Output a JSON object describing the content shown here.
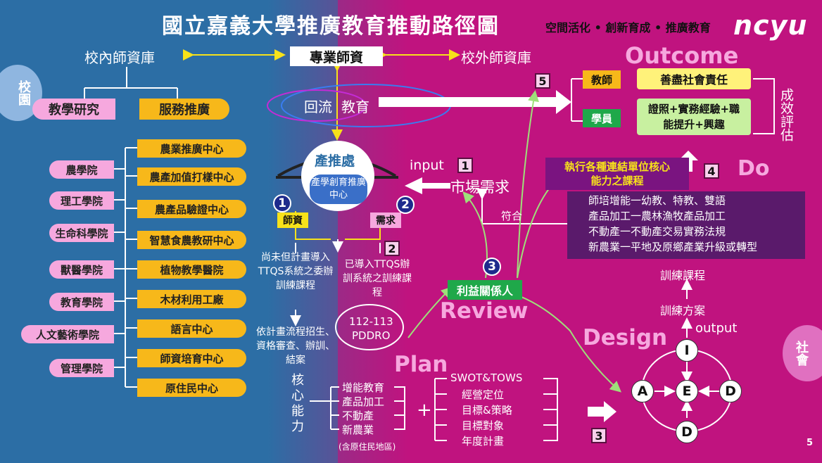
{
  "title": "國立嘉義大學推廣教育推動路徑圖",
  "slogan": "空間活化 • 創新育成 • 推廣教育",
  "logo": "ncyu",
  "top_row": {
    "left": "校內師資庫",
    "center": "專業師資",
    "right": "校外師資庫"
  },
  "campus": "校園",
  "society": "社會",
  "research": "教學研究",
  "service": "服務推廣",
  "return_edu": "回流",
  "edu": "教育",
  "office": "產推處",
  "office_sub": "產學創育推廣中心",
  "colleges": [
    "農學院",
    "理工學院",
    "生命科學院",
    "獸醫學院",
    "教育學院",
    "人文藝術學院",
    "管理學院"
  ],
  "centers": [
    "農業推廣中心",
    "農產加值打樣中心",
    "農產品驗證中心",
    "智慧食農教研中心",
    "植物教學醫院",
    "木材利用工廠",
    "語言中心",
    "師資培育中心",
    "原住民中心"
  ],
  "outcome": "Outcome",
  "teacher": "教師",
  "teacher_result": "善盡社會責任",
  "student": "學員",
  "student_result": "證照+實務經驗+職能提升+興趣",
  "evaluation": "成效評估",
  "step_labels": [
    "1",
    "2",
    "3",
    "4",
    "5"
  ],
  "input": "input",
  "market": "市場需求",
  "do": "Do",
  "do_title": "執行各種連結單位核心能力之課程",
  "do_list": [
    "師培增能一幼教、特教、雙語",
    "產品加工一農林漁牧產品加工",
    "不動產一不動產交易實務法規",
    "新農業一平地及原鄉產業升級或轉型"
  ],
  "match": "符合",
  "faculty": "師資",
  "demand": "需求",
  "not_ttqs": "尚未但計畫導入TTQS系統之委辦訓練課程",
  "has_ttqs": "已導入TTQS辦訓系統之訓練課程",
  "process": "依計畫流程招生、資格審查、辦訓、結案",
  "pddro_year": "112-113",
  "pddro": "PDDRO",
  "stakeholder": "利益關係人",
  "review": "Review",
  "plan": "Plan",
  "design": "Design",
  "core": "核心能力",
  "core_list": [
    "增能教育",
    "產品加工",
    "不動產",
    "新農業"
  ],
  "core_note": "(含原住民地區)",
  "plus": "+",
  "swot": "SWOT&TOWS",
  "plan_list": [
    "經營定位",
    "目標&策略",
    "目標對象",
    "年度計畫"
  ],
  "training_course": "訓練課程",
  "training_plan": "訓練方案",
  "output": "output",
  "addie": {
    "top": "I",
    "left": "A",
    "center": "E",
    "right": "D",
    "bottom": "D"
  },
  "page_number": "5",
  "colors": {
    "blue": "#2c6ea5",
    "magenta": "#c0137f",
    "yellow": "#f7b81a",
    "pink": "#f6a8de",
    "green": "#1fa84a",
    "purple_box": "#5a1a6b"
  }
}
